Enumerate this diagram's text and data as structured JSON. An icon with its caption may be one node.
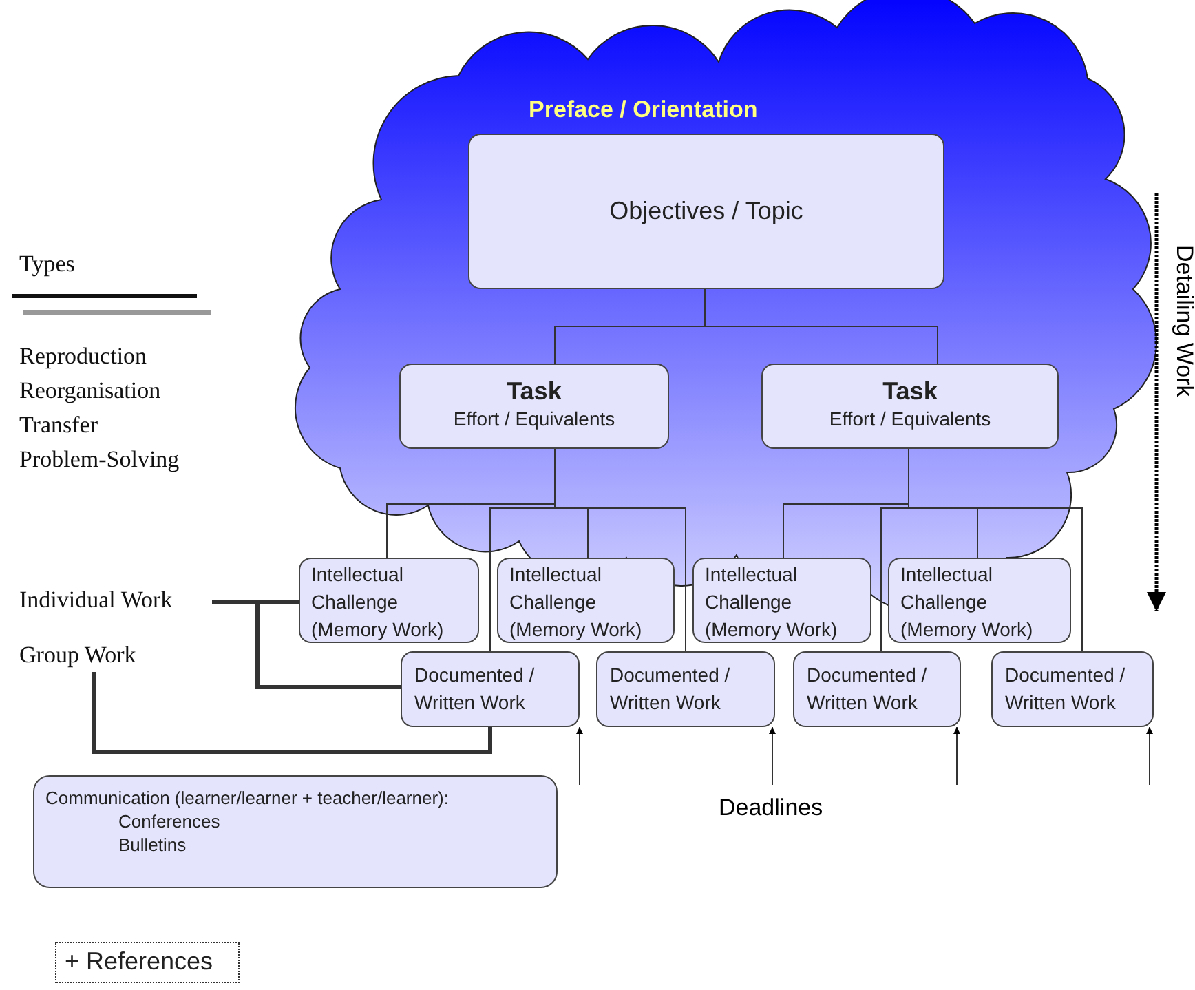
{
  "diagram": {
    "nodes": [
      {
        "text": [
          "Preface / Orientation"
        ]
      },
      {
        "text": [
          "Objectives / Topic"
        ],
        "in": 0
      },
      {
        "text": [
          "Task",
          "Effort / Equivalents"
        ],
        "in": 0
      },
      {
        "text": [
          "Task",
          "Effort / Equivalents"
        ],
        "in": 0
      },
      {
        "text": [
          "Intellectual Challenge (Memory Work)"
        ]
      },
      {
        "text": [
          "Intellectual Challenge (Memory Work)"
        ]
      },
      {
        "text": [
          "Intellectual Challenge (Memory Work)"
        ]
      },
      {
        "text": [
          "Intellectual Challenge (Memory Work)"
        ]
      },
      {
        "text": [
          "Documented / Written Work"
        ]
      },
      {
        "text": [
          "Documented / Written Work"
        ]
      },
      {
        "text": [
          "Documented / Written Work"
        ]
      },
      {
        "text": [
          "Documented / Written Work"
        ]
      },
      {
        "text": [
          "Individual Work"
        ]
      },
      {
        "text": [
          "Group Work"
        ]
      },
      {
        "text": [
          "Communication (learner/learner + teacher/learner):",
          "Conferences",
          "Bulletins"
        ]
      },
      {
        "text": [
          "+ References"
        ]
      }
    ],
    "edges": [
      {
        "from": 1,
        "to": 2,
        "arrow": "none"
      },
      {
        "from": 1,
        "to": 3,
        "arrow": "none"
      },
      {
        "from": 2,
        "to": 4,
        "arrow": "none"
      },
      {
        "from": 2,
        "to": 5,
        "arrow": "none"
      },
      {
        "from": 2,
        "to": 8,
        "arrow": "none"
      },
      {
        "from": 2,
        "to": 9,
        "arrow": "none"
      },
      {
        "from": 3,
        "to": 6,
        "arrow": "none"
      },
      {
        "from": 3,
        "to": 7,
        "arrow": "none"
      },
      {
        "from": 3,
        "to": 10,
        "arrow": "none"
      },
      {
        "from": 3,
        "to": 11,
        "arrow": "none"
      },
      {
        "from": 12,
        "to": 4,
        "arrow": "none",
        "style": "thick"
      },
      {
        "from": 12,
        "to": 8,
        "arrow": "none",
        "style": "thick"
      },
      {
        "from": 13,
        "to": 8,
        "arrow": "none",
        "style": "thick"
      },
      {
        "from": null,
        "to": 8,
        "arrow": "to"
      },
      {
        "from": null,
        "to": 9,
        "arrow": "to"
      },
      {
        "from": null,
        "to": 10,
        "arrow": "to"
      },
      {
        "from": null,
        "to": 11,
        "arrow": "to"
      }
    ],
    "labels": [
      "Types",
      "Reproduction",
      "Reorganisation",
      "Transfer",
      "Problem-Solving",
      "Detailing Work",
      "Deadlines"
    ]
  }
}
